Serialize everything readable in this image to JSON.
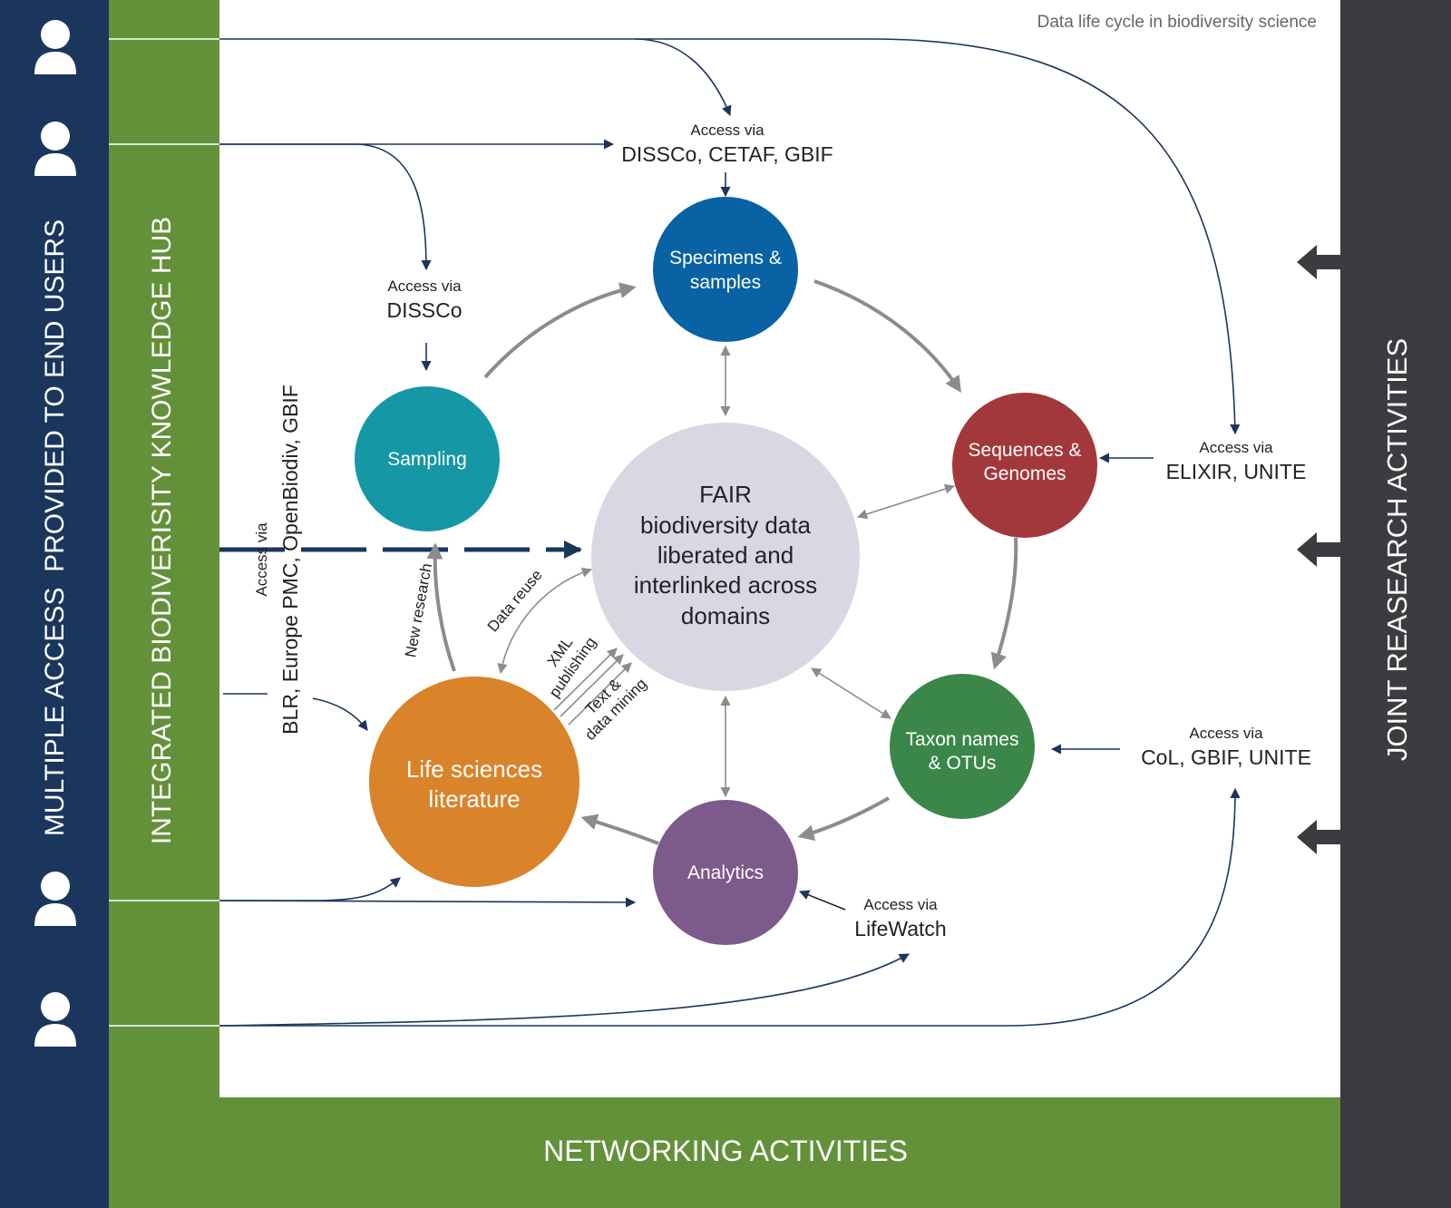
{
  "title": "Data life cycle in biodiversity science",
  "bands": {
    "left_label": "MULTIPLE ACCESS  PROVIDED TO END USERS",
    "hub_label": "INTEGRATED BIODIVERISITY KNOWLEDGE HUB",
    "bottom_label": "NETWORKING ACTIVITIES",
    "right_label": "JOINT REASEARCH ACTIVITIES"
  },
  "colors": {
    "left_band": "#1b365d",
    "hub_band": "#63913a",
    "right_band": "#3b3c3f",
    "specimens": "#0862a3",
    "sequences": "#a3383c",
    "taxon": "#3b874a",
    "analytics": "#7d5a8c",
    "literature": "#d9832a",
    "sampling": "#1597a6",
    "fair": "#dbd6e4",
    "arrow_navy": "#1b365d",
    "arrow_grey": "#9a9a9a"
  },
  "nodes": {
    "specimens": [
      "Specimens &",
      "samples"
    ],
    "sequences": [
      "Sequences &",
      "Genomes"
    ],
    "taxon": [
      "Taxon names",
      "& OTUs"
    ],
    "analytics": [
      "Analytics"
    ],
    "literature": [
      "Life sciences",
      "literature"
    ],
    "sampling": [
      "Sampling"
    ],
    "fair": [
      "FAIR",
      "biodiversity data",
      "liberated and",
      "interlinked across",
      "domains"
    ]
  },
  "access": {
    "top": {
      "via": "Access via",
      "name": "DISSCo, CETAF, GBIF"
    },
    "dissco": {
      "via": "Access via",
      "name": "DISSCo"
    },
    "elixir": {
      "via": "Access via",
      "name": "ELIXIR, UNITE"
    },
    "col": {
      "via": "Access via",
      "name": "CoL, GBIF, UNITE"
    },
    "lifewatch": {
      "via": "Access via",
      "name": "LifeWatch"
    },
    "literature": {
      "via": "Access via",
      "name": "BLR, Europe PMC, OpenBiodiv, GBIF"
    }
  },
  "flow_labels": {
    "new_research": "New research",
    "data_reuse": "Data reuse",
    "xml_publishing": [
      "XML",
      "publishing"
    ],
    "text_mining": [
      "Text &",
      "data mining"
    ]
  },
  "icons": [
    "user-icon",
    "user-icon",
    "user-icon",
    "user-icon",
    "arrow-left-icon",
    "arrow-left-icon",
    "arrow-left-icon"
  ]
}
